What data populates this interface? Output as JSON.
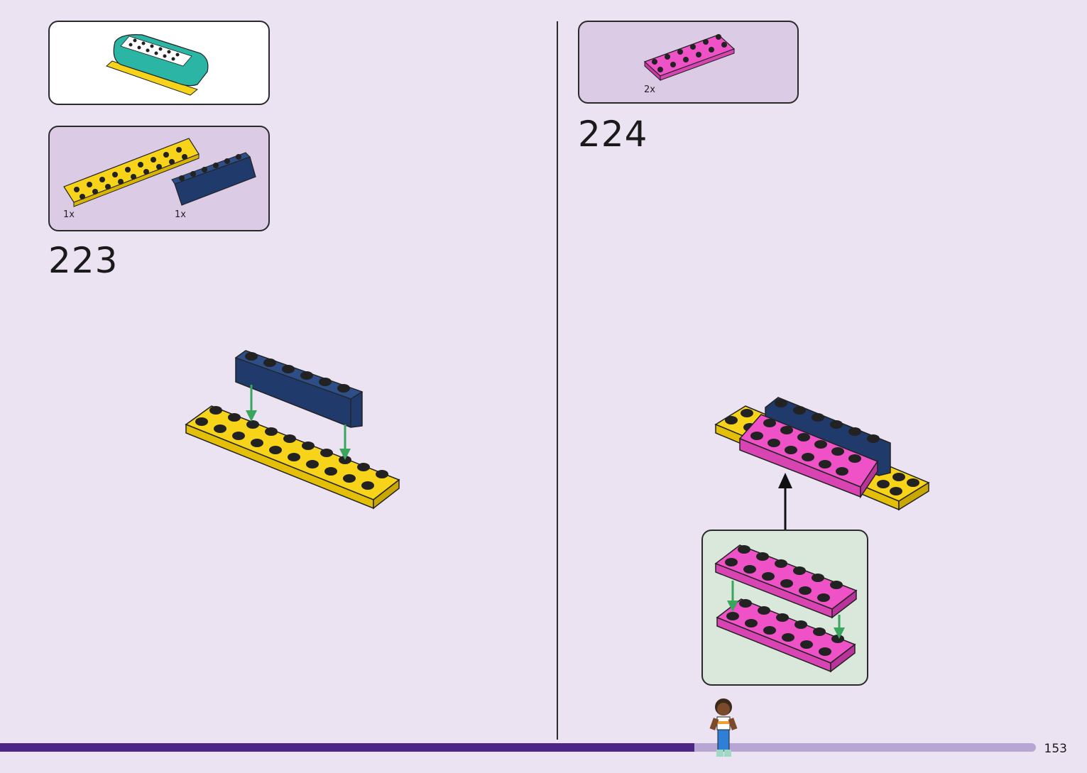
{
  "page_number": "153",
  "progress_fraction": 0.67,
  "colors": {
    "background": "#ebe3f2",
    "parts_box": "#dccbe4",
    "callout_box": "#dae8dc",
    "yellow": "#f7d31a",
    "navy": "#1f3a6b",
    "pink": "#ee52c6",
    "teal": "#2bb5a5",
    "arrow_green": "#3aa55c",
    "progress": "#4d2587"
  },
  "left_step": {
    "number": "223",
    "parts": [
      {
        "name": "yellow-plate-2x10",
        "qty": "1x"
      },
      {
        "name": "navy-brick-1x6",
        "qty": "1x"
      }
    ]
  },
  "right_step": {
    "number": "224",
    "parts": [
      {
        "name": "pink-plate-2x6",
        "qty": "2x"
      }
    ]
  }
}
